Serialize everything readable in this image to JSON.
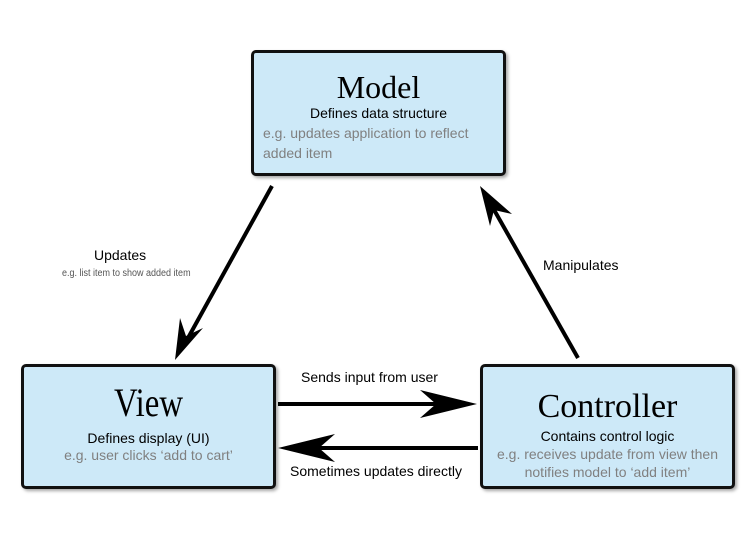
{
  "model": {
    "title": "Model",
    "subtitle": "Defines data structure",
    "example": "e.g. updates application to reflect added item"
  },
  "view": {
    "title": "View",
    "subtitle": "Defines display (UI)",
    "example": "e.g. user clicks ‘add to cart’"
  },
  "controller": {
    "title": "Controller",
    "subtitle": "Contains control logic",
    "example": "e.g. receives update from view then notifies model to ‘add item’"
  },
  "edges": {
    "model_to_view": {
      "label": "Updates",
      "example": "e.g. list item to show added item"
    },
    "controller_to_model": {
      "label": "Manipulates"
    },
    "view_to_controller": {
      "label": "Sends input from user"
    },
    "controller_to_view": {
      "label": "Sometimes updates directly"
    }
  },
  "colors": {
    "box_fill": "#cde9f8",
    "box_border": "#111111",
    "example_text": "#808080"
  }
}
